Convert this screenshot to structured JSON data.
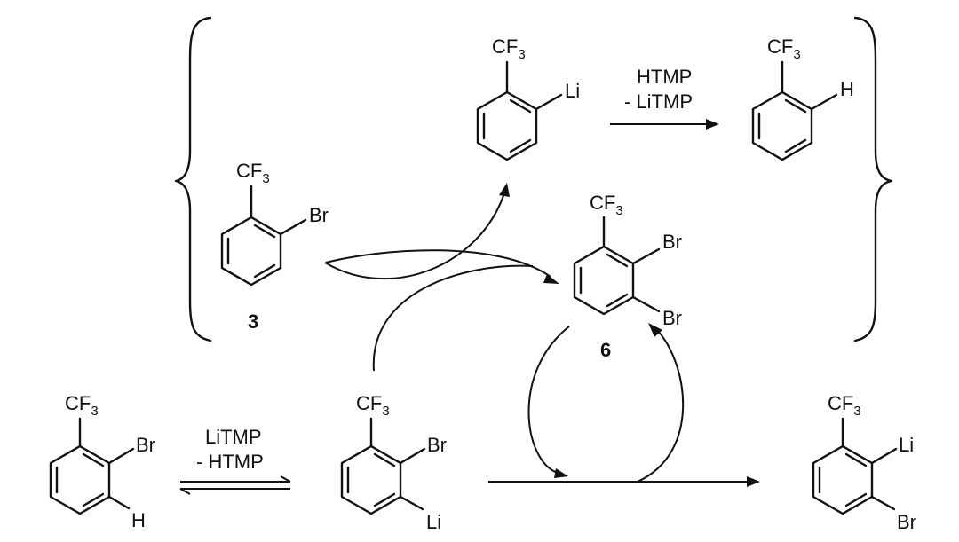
{
  "molecules": {
    "m3": {
      "label": "3",
      "substituents": {
        "cf3": "CF",
        "cf3_sub": "3",
        "x": "Br"
      }
    },
    "li_top": {
      "substituents": {
        "cf3": "CF",
        "cf3_sub": "3",
        "x": "Li"
      }
    },
    "h_top": {
      "substituents": {
        "cf3": "CF",
        "cf3_sub": "3",
        "x": "H"
      }
    },
    "m6": {
      "label": "6",
      "substituents": {
        "cf3": "CF",
        "cf3_sub": "3",
        "x1": "Br",
        "x2": "Br"
      }
    },
    "start": {
      "substituents": {
        "cf3": "CF",
        "cf3_sub": "3",
        "x1": "Br",
        "x2": "H"
      }
    },
    "mid": {
      "substituents": {
        "cf3": "CF",
        "cf3_sub": "3",
        "x1": "Br",
        "x2": "Li"
      }
    },
    "product": {
      "substituents": {
        "cf3": "CF",
        "cf3_sub": "3",
        "x1": "Li",
        "x2": "Br"
      }
    }
  },
  "reagents": {
    "top_arrow": {
      "line1": "HTMP",
      "line2": "- LiTMP"
    },
    "equilibrium": {
      "line1": "LiTMP",
      "line2": "- HTMP"
    }
  }
}
